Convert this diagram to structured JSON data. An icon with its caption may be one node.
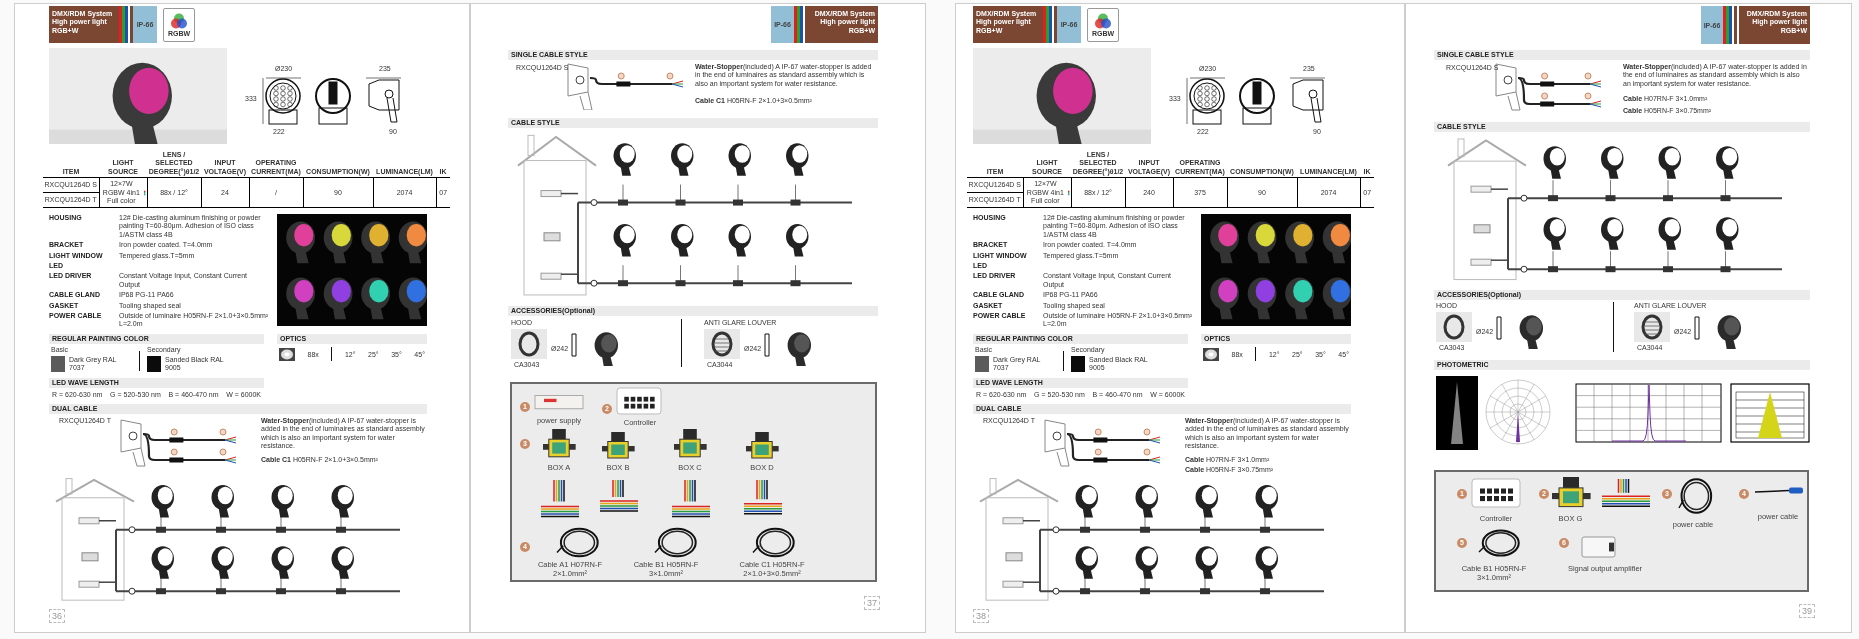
{
  "diagram": {
    "nodes": [
      {
        "text": [
          "36"
        ]
      },
      {
        "text": [
          "DMX/RDM System High power light RGB+W"
        ],
        "in": 0
      },
      {
        "text": [
          "IP-66"
        ],
        "in": 0
      },
      {
        "text": [
          "RGBW"
        ],
        "in": 0
      },
      {
        "text": [
          "REGULAR PAINTING COLOR"
        ],
        "in": 0
      },
      {
        "text": [
          "LED WAVE LENGTH"
        ],
        "in": 0
      },
      {
        "text": [
          "OPTICS"
        ],
        "in": 0
      },
      {
        "text": [
          "DUAL CABLE"
        ],
        "in": 0
      },
      {
        "text": [
          "37"
        ]
      },
      {
        "text": [
          "IP-66"
        ],
        "in": 8
      },
      {
        "text": [
          "DMX/RDM System High power light RGB+W"
        ],
        "in": 8
      },
      {
        "text": [
          "SINGLE CABLE STYLE"
        ],
        "in": 8
      },
      {
        "text": [
          "CABLE STYLE"
        ],
        "in": 8
      },
      {
        "text": [
          "**ACCESSORIES**(Optional)"
        ],
        "in": 8
      },
      {
        "text": [
          "1",
          "power supply",
          "2",
          "Controller",
          "3",
          "BOX A",
          "BOX B",
          "BOX C",
          "BOX D",
          "4",
          "Cable A1 H07RN-F 2×1.0mm²",
          "Cable B1 H05RN-F 3×1.0mm²",
          "Cable C1 H05RN-F 2×1.0+3×0.5mm²"
        ],
        "in": 8
      },
      {
        "text": [
          "38"
        ]
      },
      {
        "text": [
          "DMX/RDM System High power light RGB+W"
        ],
        "in": 15
      },
      {
        "text": [
          "IP-66"
        ],
        "in": 15
      },
      {
        "text": [
          "RGBW"
        ],
        "in": 15
      },
      {
        "text": [
          "REGULAR PAINTING COLOR"
        ],
        "in": 15
      },
      {
        "text": [
          "LED WAVE LENGTH"
        ],
        "in": 15
      },
      {
        "text": [
          "OPTICS"
        ],
        "in": 15
      },
      {
        "text": [
          "DUAL CABLE"
        ],
        "in": 15
      },
      {
        "text": [
          "39"
        ]
      },
      {
        "text": [
          "IP-66"
        ],
        "in": 23
      },
      {
        "text": [
          "DMX/RDM System High power light RGB+W"
        ],
        "in": 23
      },
      {
        "text": [
          "SINGLE CABLE STYLE"
        ],
        "in": 23
      },
      {
        "text": [
          "CABLE STYLE"
        ],
        "in": 23
      },
      {
        "text": [
          "**ACCESSORIES**(Optional)"
        ],
        "in": 23
      },
      {
        "text": [
          "PHOTOMETRIC"
        ],
        "in": 23
      },
      {
        "text": [
          "1",
          "Controller",
          "2",
          "BOX G",
          "3",
          "power cable",
          "4",
          "power cable",
          "5",
          "Cable B1 H05RN-F 3×1.0mm²",
          "6",
          "Signal output amplifier"
        ],
        "in": 23
      }
    ],
    "labels": [
      "Ø230",
      "333",
      "222",
      "235",
      "90",
      "ITEM",
      "LIGHT SOURCE",
      "LENS / SELECTED DEGREE(°)θ1/2",
      "INPUT VOLTAGE(V)",
      "OPERATING CURRENT(MA)",
      "CONSUMPTION(W)",
      "LUMINANCE(LM)",
      "IK",
      "RXCQU1264D S",
      "12×7W RGBW 4in1 Full color",
      "88x / 12°",
      "24",
      "/",
      "90",
      "2074",
      "07",
      "RXCQU1264D T",
      "HOUSING",
      "12# Die-casting aluminum finishing or powder painting T=60-80μm. Adhesion of ISO class 1/ASTM class 4B",
      "BRACKET",
      "Iron powder coated. T=4.0mm",
      "LIGHT WINDOW",
      "Tempered glass.T=5mm",
      "LED",
      "LED DRIVER",
      "Constant Voltage Input, Constant Current Output",
      "CABLE GLAND",
      "IP68 PG-11 PA66",
      "GASKET",
      "Tooling shaped seal",
      "POWER CABLE",
      "Outside of luminaire H05RN-F 2×1.0+3×0.5mm² L=2.0m",
      "Basic",
      "Dark Grey RAL 7037",
      "Secondary",
      "Sanded Black RAL 9005",
      "R = 620-630 nm",
      "G = 520-530 nm",
      "B = 460-470 nm",
      "W = 6000K",
      "88x",
      "12°",
      "25°",
      "35°",
      "45°",
      "RXCQU1264D T",
      "**Water-Stopper**(included) A IP-67 water-stopper is added in the end of luminaires as standard assembly which is also an important system for water resistance.",
      "**Cable C1** H05RN-F 2×1.0+3×0.5mm²",
      "RXCQU1264D S",
      "**Water-Stopper**(included) A IP-67 water-stopper is added in the end of luminaires as standard assembly which is also an important system for water resistance.",
      "**Cable C1** H05RN-F 2×1.0+3×0.5mm²",
      "HOOD",
      "CA3043",
      "Ø242",
      "ANTI GLARE LOUVER",
      "CA3044",
      "Ø242",
      "Ø230",
      "333",
      "222",
      "235",
      "90",
      "ITEM",
      "LIGHT SOURCE",
      "LENS / SELECTED DEGREE(°)θ1/2",
      "INPUT VOLTAGE(V)",
      "OPERATING CURRENT(MA)",
      "CONSUMPTION(W)",
      "LUMINANCE(LM)",
      "IK",
      "RXCQU1264D S",
      "12×7W RGBW 4in1 Full color",
      "88x / 12°",
      "240",
      "375",
      "90",
      "2074",
      "07",
      "RXCQU1264D T",
      "HOUSING",
      "12# Die-casting aluminum finishing or powder painting T=60-80μm. Adhesion of ISO class 1/ASTM class 4B",
      "BRACKET",
      "Iron powder coated. T=4.0mm",
      "LIGHT WINDOW",
      "Tempered glass.T=5mm",
      "LED",
      "LED DRIVER",
      "Constant Voltage Input, Constant Current Output",
      "CABLE GLAND",
      "IP68 PG-11 PA66",
      "GASKET",
      "Tooling shaped seal",
      "POWER CABLE",
      "Outside of luminaire H05RN-F 2×1.0+3×0.5mm² L=2.0m",
      "Basic",
      "Dark Grey RAL 7037",
      "Secondary",
      "Sanded Black RAL 9005",
      "R = 620-630 nm",
      "G = 520-530 nm",
      "B = 460-470 nm",
      "W = 6000K",
      "88x",
      "12°",
      "25°",
      "35°",
      "45°",
      "RXCQU1264D T",
      "**Water-Stopper**(included) A IP-67 water-stopper is added in the end of luminaires as standard assembly which is also an important system for water resistance.",
      "**Cable** H07RN-F 3×1.0mm²",
      "**Cable** H05RN-F 3×0.75mm²",
      "RXCQU1264D S",
      "**Water-Stopper**(included) A IP-67 water-stopper is added in the end of luminaires as standard assembly which is also an important system for water resistance.",
      "**Cable** H07RN-F 3×1.0mm²",
      "**Cable** H05RN-F 3×0.75mm²",
      "HOOD",
      "CA3043",
      "Ø242",
      "ANTI GLARE LOUVER",
      "CA3044",
      "Ø242"
    ]
  }
}
